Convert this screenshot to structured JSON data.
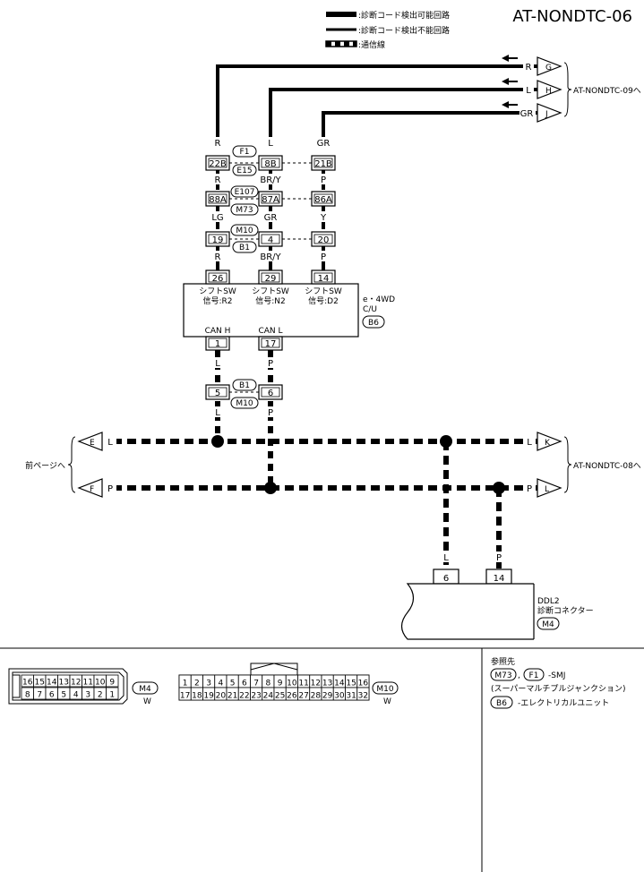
{
  "header": {
    "title": "AT-NONDTC-06",
    "legend": [
      {
        "style": "thick",
        "text": ":診断コード検出可能回路"
      },
      {
        "style": "thin",
        "text": ":診断コード検出不能回路"
      },
      {
        "style": "dashed",
        "text": ":通信線"
      }
    ]
  },
  "offpage": {
    "right_top": {
      "label": "AT-NONDTC-09へ",
      "arrows": [
        {
          "wire": "R",
          "letter": "G"
        },
        {
          "wire": "L",
          "letter": "H"
        },
        {
          "wire": "GR",
          "letter": "J"
        }
      ]
    },
    "right_mid": {
      "label": "AT-NONDTC-08へ",
      "arrows": [
        {
          "wire": "L",
          "letter": "K"
        },
        {
          "wire": "P",
          "letter": "L"
        }
      ]
    },
    "left_mid": {
      "label": "前ページへ",
      "arrows": [
        {
          "wire": "L",
          "letter": "E"
        },
        {
          "wire": "P",
          "letter": "F"
        }
      ]
    }
  },
  "wire_colors": {
    "col1": [
      "R",
      "R",
      "LG",
      "R"
    ],
    "col2": [
      "L",
      "BR/Y",
      "GR",
      "BR/Y"
    ],
    "col3": [
      "GR",
      "P",
      "Y",
      "P"
    ],
    "can_h": [
      "L",
      "L"
    ],
    "can_l": [
      "P",
      "P"
    ],
    "ddl_l": "L",
    "ddl_p": "P"
  },
  "connectors": {
    "row1": {
      "pins": [
        "22B",
        "8B",
        "21B"
      ],
      "ids": [
        "F1",
        "E15"
      ]
    },
    "row2": {
      "pins": [
        "88A",
        "87A",
        "86A"
      ],
      "ids": [
        "E107",
        "M73"
      ]
    },
    "row3": {
      "pins": [
        "19",
        "4",
        "20"
      ],
      "ids": [
        "M10",
        "B1"
      ]
    },
    "ecu_pins": [
      "26",
      "29",
      "14"
    ],
    "can_pins": [
      "1",
      "17"
    ],
    "row4": {
      "pins": [
        "5",
        "6"
      ],
      "ids": [
        "B1",
        "M10"
      ]
    },
    "ddl_pins": [
      "6",
      "14"
    ]
  },
  "ecu": {
    "signals": [
      [
        "シフトSW",
        "信号:R2"
      ],
      [
        "シフトSW",
        "信号:N2"
      ],
      [
        "シフトSW",
        "信号:D2"
      ]
    ],
    "name": [
      "e・4WD",
      "C/U"
    ],
    "id": "B6",
    "can_labels": [
      "CAN H",
      "CAN L"
    ]
  },
  "ddl": {
    "name": [
      "DDL2",
      "診断コネクター"
    ],
    "id": "M4"
  },
  "views": {
    "m4": {
      "top": [
        "16",
        "15",
        "14",
        "13",
        "12",
        "11",
        "10",
        "9"
      ],
      "bottom": [
        "8",
        "7",
        "6",
        "5",
        "4",
        "3",
        "2",
        "1"
      ],
      "id": "M4",
      "color": "W"
    },
    "m10": {
      "top": [
        "1",
        "2",
        "3",
        "4",
        "5",
        "6",
        "7",
        "8",
        "9",
        "10",
        "11",
        "12",
        "13",
        "14",
        "15",
        "16"
      ],
      "bottom": [
        "17",
        "18",
        "19",
        "20",
        "21",
        "22",
        "23",
        "24",
        "25",
        "26",
        "27",
        "28",
        "29",
        "30",
        "31",
        "32"
      ],
      "id": "M10",
      "color": "W"
    }
  },
  "reference": {
    "title": "参照先",
    "smj_ids": [
      "M73",
      "F1"
    ],
    "smj_sep": ",",
    "smj_text": "-SMJ",
    "smj_desc": "(スーパーマルチプルジャンクション)",
    "ecu_id": "B6",
    "ecu_text": "-エレクトリカルユニット"
  }
}
